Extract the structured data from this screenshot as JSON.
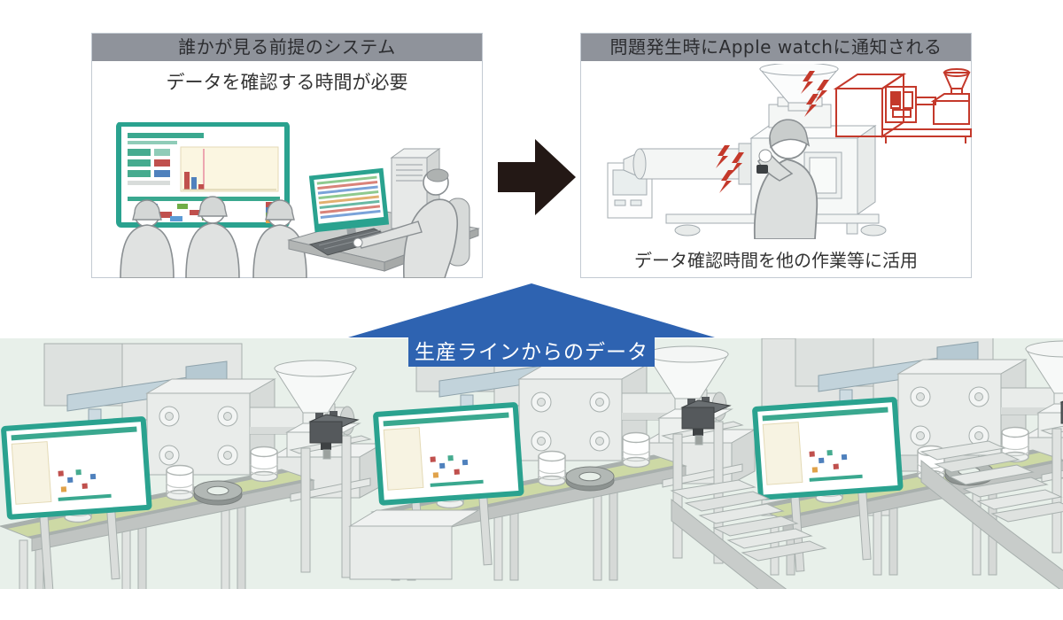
{
  "before_panel": {
    "title": "誰かが見る前提のシステム",
    "subtitle": "データを確認する時間が必要"
  },
  "after_panel": {
    "title": "問題発生時にApple watchに通知される",
    "caption": "データ確認時間を他の作業等に活用"
  },
  "banner": {
    "label": "生産ラインからのデータ"
  },
  "flow": {
    "arrow_direction": "right"
  },
  "colors": {
    "panel_header_gray": "#8f939b",
    "panel_border": "#c3cad2",
    "text_dark": "#333333",
    "arrow_black": "#231815",
    "banner_blue": "#2e63b1",
    "banner_text": "#ffffff",
    "factory_band_green": "#e8f0ea",
    "conveyor_belt_green": "#cdd9a5",
    "monitor_teal": "#2aa28f",
    "alert_red": "#c4392b",
    "machine_fill": "#e9ecea",
    "machine_outline": "#a7afad",
    "accent_blue_gray": "#c2d3db",
    "sensor_dark": "#55595c"
  }
}
